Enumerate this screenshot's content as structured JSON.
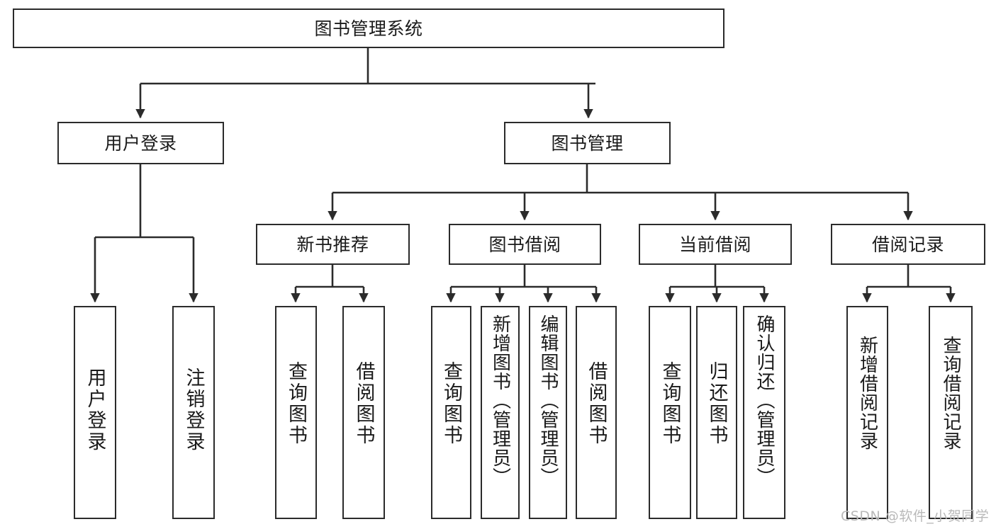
{
  "diagram": {
    "title": "图书管理系统",
    "type": "tree",
    "watermark": "CSDN @软件_小贺同学",
    "colors": {
      "stroke": "#2b2b2b",
      "fill": "#ffffff",
      "text": "#1a1a1a",
      "watermark": "#b9b9b9"
    }
  },
  "nodes": {
    "root": {
      "label": "图书管理系统",
      "level": 0
    },
    "l1": [
      {
        "id": "user-login",
        "label": "用户登录",
        "level": 1
      },
      {
        "id": "book-manage",
        "label": "图书管理",
        "level": 1
      }
    ],
    "l2": [
      {
        "id": "new-book-rec",
        "label": "新书推荐",
        "level": 2,
        "parent": "book-manage"
      },
      {
        "id": "book-borrow",
        "label": "图书借阅",
        "level": 2,
        "parent": "book-manage"
      },
      {
        "id": "current-borrow",
        "label": "当前借阅",
        "level": 2,
        "parent": "book-manage"
      },
      {
        "id": "borrow-record",
        "label": "借阅记录",
        "level": 2,
        "parent": "book-manage"
      }
    ],
    "leaves": [
      {
        "id": "leaf-user-login",
        "label": "用户登录",
        "parent": "user-login"
      },
      {
        "id": "leaf-logout-login",
        "label": "注销登录",
        "parent": "user-login"
      },
      {
        "id": "leaf-query-book-1",
        "label": "查询图书",
        "parent": "new-book-rec"
      },
      {
        "id": "leaf-borrow-book-1",
        "label": "借阅图书",
        "parent": "new-book-rec"
      },
      {
        "id": "leaf-query-book-2",
        "label": "查询图书",
        "parent": "book-borrow"
      },
      {
        "id": "leaf-add-book",
        "label": "新增图书（管理员）",
        "parent": "book-borrow"
      },
      {
        "id": "leaf-edit-book",
        "label": "编辑图书（管理员）",
        "parent": "book-borrow"
      },
      {
        "id": "leaf-borrow-book-2",
        "label": "借阅图书",
        "parent": "book-borrow"
      },
      {
        "id": "leaf-query-book-3",
        "label": "查询图书",
        "parent": "current-borrow"
      },
      {
        "id": "leaf-return-book",
        "label": "归还图书",
        "parent": "current-borrow"
      },
      {
        "id": "leaf-confirm-return",
        "label": "确认归还（管理员）",
        "parent": "current-borrow"
      },
      {
        "id": "leaf-add-record",
        "label": "新增借阅记录",
        "parent": "borrow-record"
      },
      {
        "id": "leaf-query-record",
        "label": "查询借阅记录",
        "parent": "borrow-record"
      }
    ]
  }
}
